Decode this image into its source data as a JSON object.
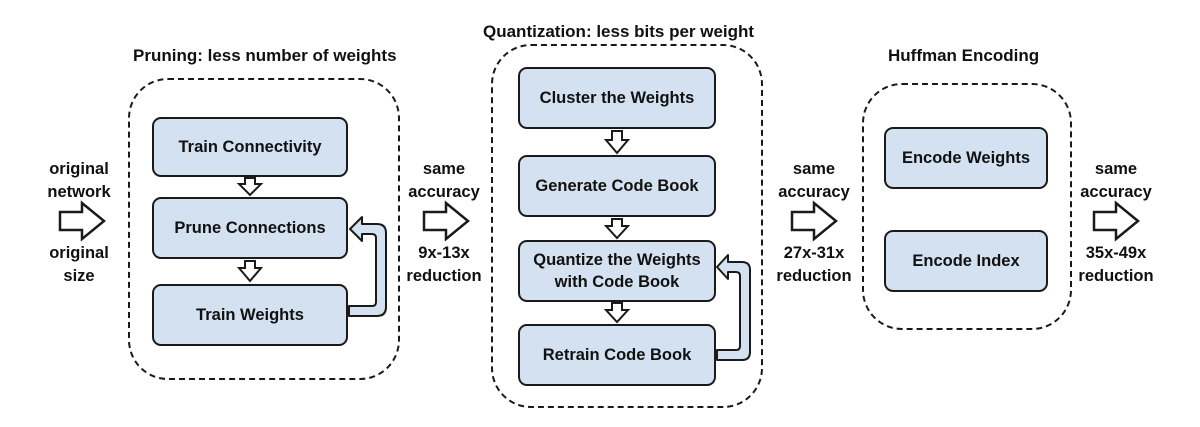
{
  "input": {
    "line1": "original",
    "line2": "network",
    "line3": "original",
    "line4": "size"
  },
  "pruning": {
    "title": "Pruning: less number of weights",
    "steps": [
      "Train Connectivity",
      "Prune Connections",
      "Train Weights"
    ],
    "result_line1": "same",
    "result_line2": "accuracy",
    "result_line3": "9x-13x",
    "result_line4": "reduction"
  },
  "quantization": {
    "title": "Quantization: less bits per weight",
    "steps": [
      "Cluster the Weights",
      "Generate Code Book",
      "Quantize the Weights",
      "with Code Book",
      "Retrain Code Book"
    ],
    "result_line1": "same",
    "result_line2": "accuracy",
    "result_line3": "27x-31x",
    "result_line4": "reduction"
  },
  "huffman": {
    "title": "Huffman Encoding",
    "steps": [
      "Encode Weights",
      "Encode Index"
    ],
    "result_line1": "same",
    "result_line2": "accuracy",
    "result_line3": "35x-49x",
    "result_line4": "reduction"
  },
  "colors": {
    "box_fill": "#d4e1f0",
    "stroke": "#1a1a1a",
    "text": "#111111"
  },
  "icons": [
    "hollow-right-arrow-icon",
    "hollow-down-arrow-icon",
    "feedback-loop-arrow-icon"
  ]
}
